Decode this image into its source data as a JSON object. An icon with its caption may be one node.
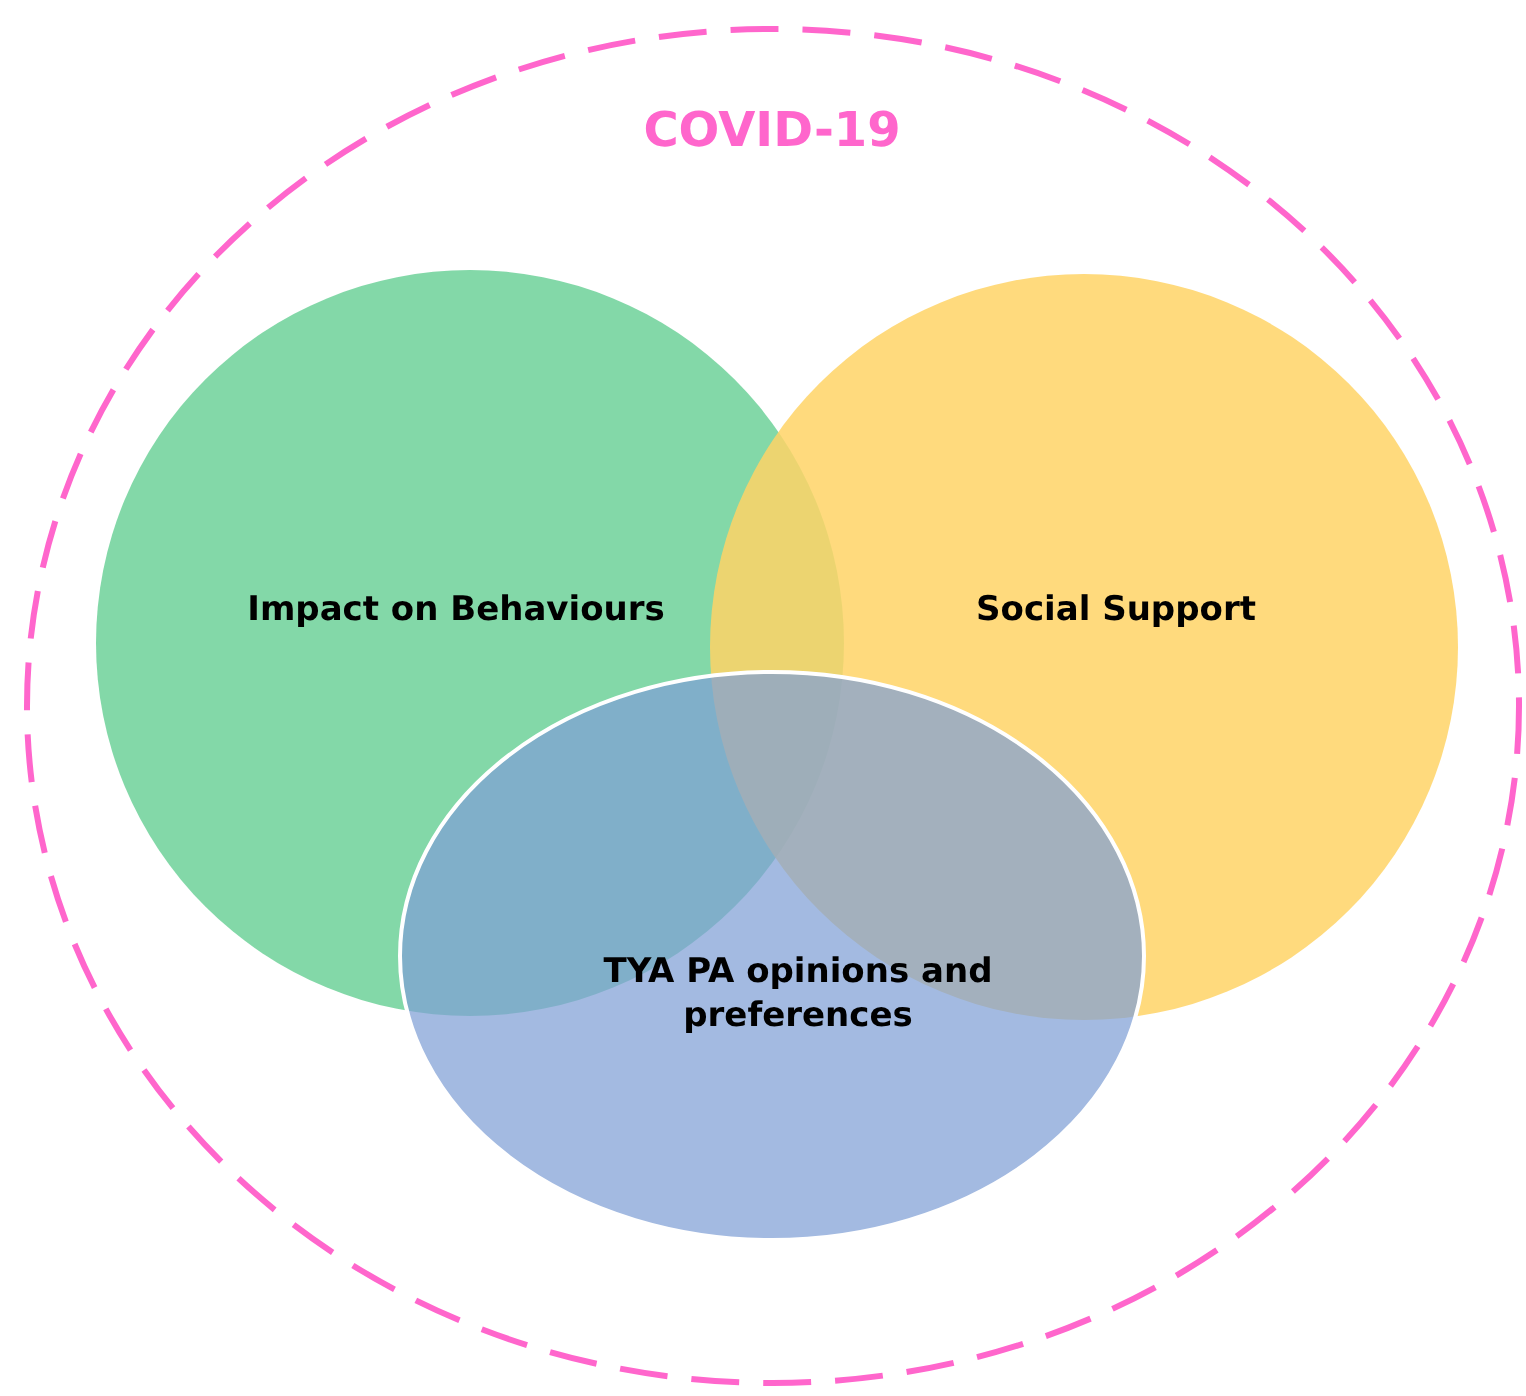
{
  "diagram": {
    "nodes": [
      {
        "text": [
          "COVID-19"
        ]
      },
      {
        "text": [
          "Impact on Behaviours"
        ],
        "in": 0
      },
      {
        "text": [
          "Social Support"
        ],
        "in": 0
      },
      {
        "text": [
          "TYA PA opinions and preferences"
        ],
        "in": 0
      }
    ]
  }
}
